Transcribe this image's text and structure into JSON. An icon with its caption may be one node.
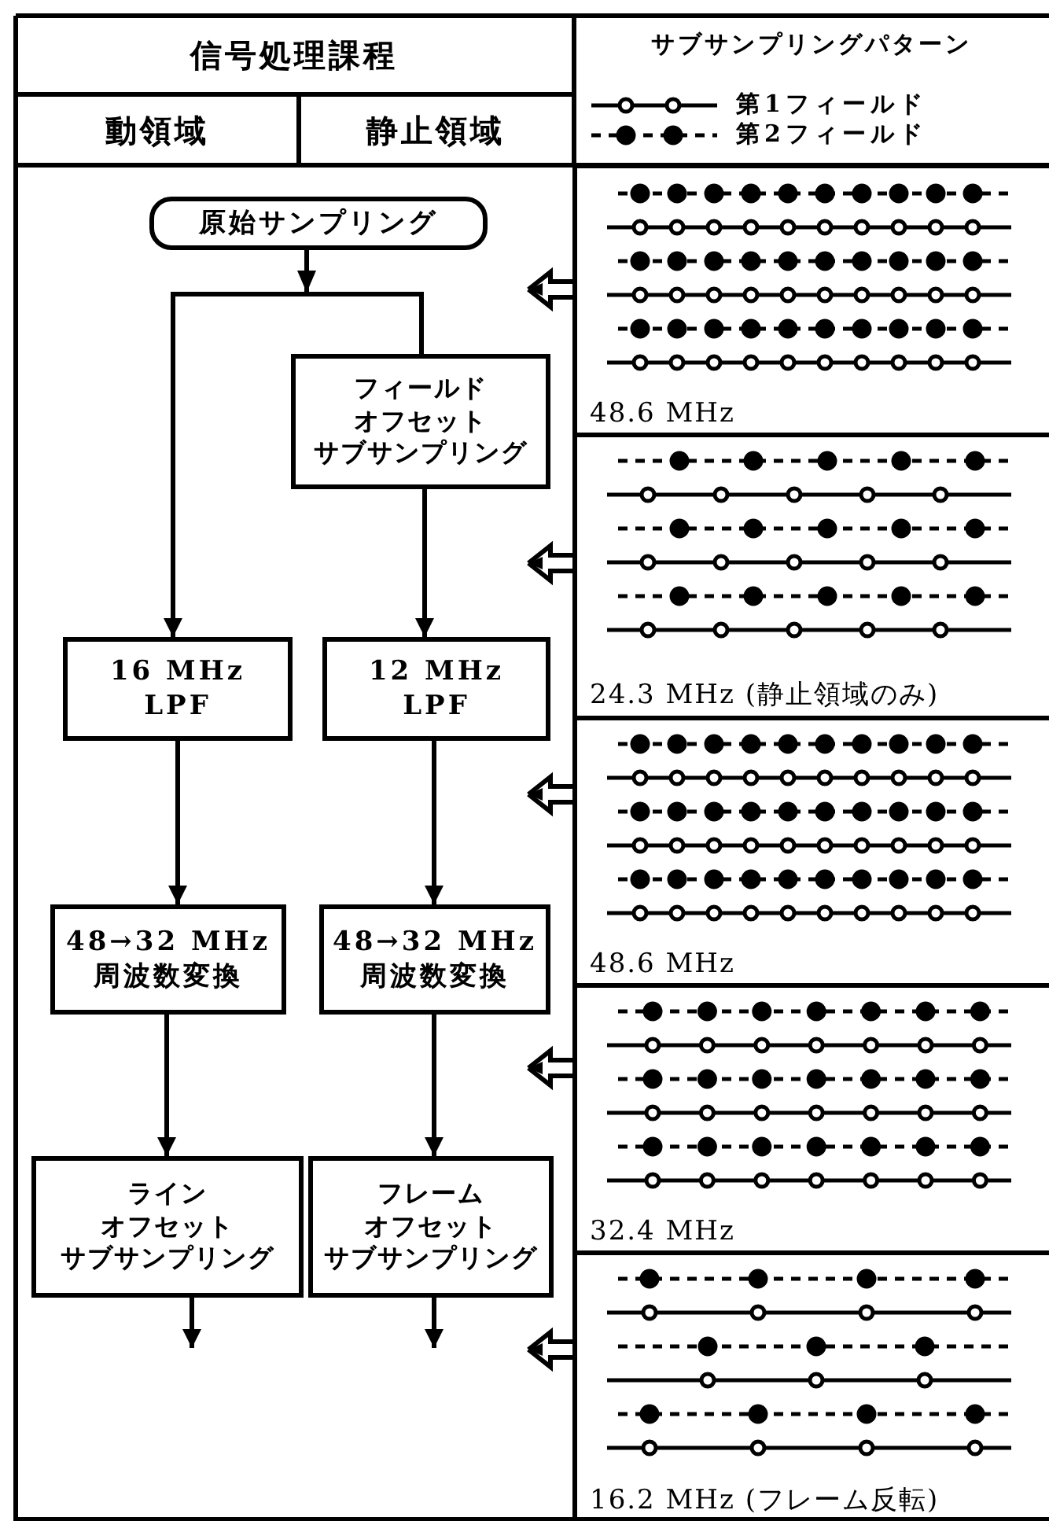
{
  "diagram": {
    "nodes": [
      {
        "text": [
          "原始サンプリング"
        ]
      },
      {
        "text": [
          "フィールドオフセットサブサンプリング"
        ]
      },
      {
        "text": [
          "16 MHz LPF"
        ]
      },
      {
        "text": [
          "12 MHz LPF"
        ]
      },
      {
        "text": [
          "48→32 MHz 周波数変換"
        ]
      },
      {
        "text": [
          "48→32 MHz 周波数変換"
        ]
      },
      {
        "text": [
          "ラインオフセットサブサンプリング"
        ]
      },
      {
        "text": [
          "フレームオフセットサブサンプリング"
        ]
      },
      {
        "text": [
          "48.6 MHz"
        ]
      },
      {
        "text": [
          "24.3 MHz (静止領域のみ)"
        ]
      },
      {
        "text": [
          "48.6 MHz"
        ]
      },
      {
        "text": [
          "32.4 MHz"
        ]
      },
      {
        "text": [
          "16.2 MHz (フレーム反転)"
        ]
      }
    ],
    "edges": [
      {
        "from": 0,
        "to": 2,
        "arrow": "to"
      },
      {
        "from": 0,
        "to": 1,
        "arrow": "to"
      },
      {
        "from": 1,
        "to": 3,
        "arrow": "to"
      },
      {
        "from": 2,
        "to": 4,
        "arrow": "to"
      },
      {
        "from": 3,
        "to": 5,
        "arrow": "to"
      },
      {
        "from": 4,
        "to": 6,
        "arrow": "to"
      },
      {
        "from": 5,
        "to": 7,
        "arrow": "to"
      },
      {
        "from": 6,
        "to": null,
        "arrow": "to"
      },
      {
        "from": 7,
        "to": null,
        "arrow": "to"
      },
      {
        "from": 8,
        "to": null,
        "arrow": "to"
      },
      {
        "from": 9,
        "to": null,
        "arrow": "to"
      },
      {
        "from": 10,
        "to": null,
        "arrow": "to"
      },
      {
        "from": 11,
        "to": null,
        "arrow": "to"
      },
      {
        "from": 12,
        "to": null,
        "arrow": "to"
      }
    ],
    "labels": [
      "信号処理課程",
      "サブサンプリングパターン",
      "動領域",
      "静止領域"
    ],
    "legend": [
      {
        "text": "第1フィールド"
      },
      {
        "text": "第2フィールド"
      }
    ]
  }
}
